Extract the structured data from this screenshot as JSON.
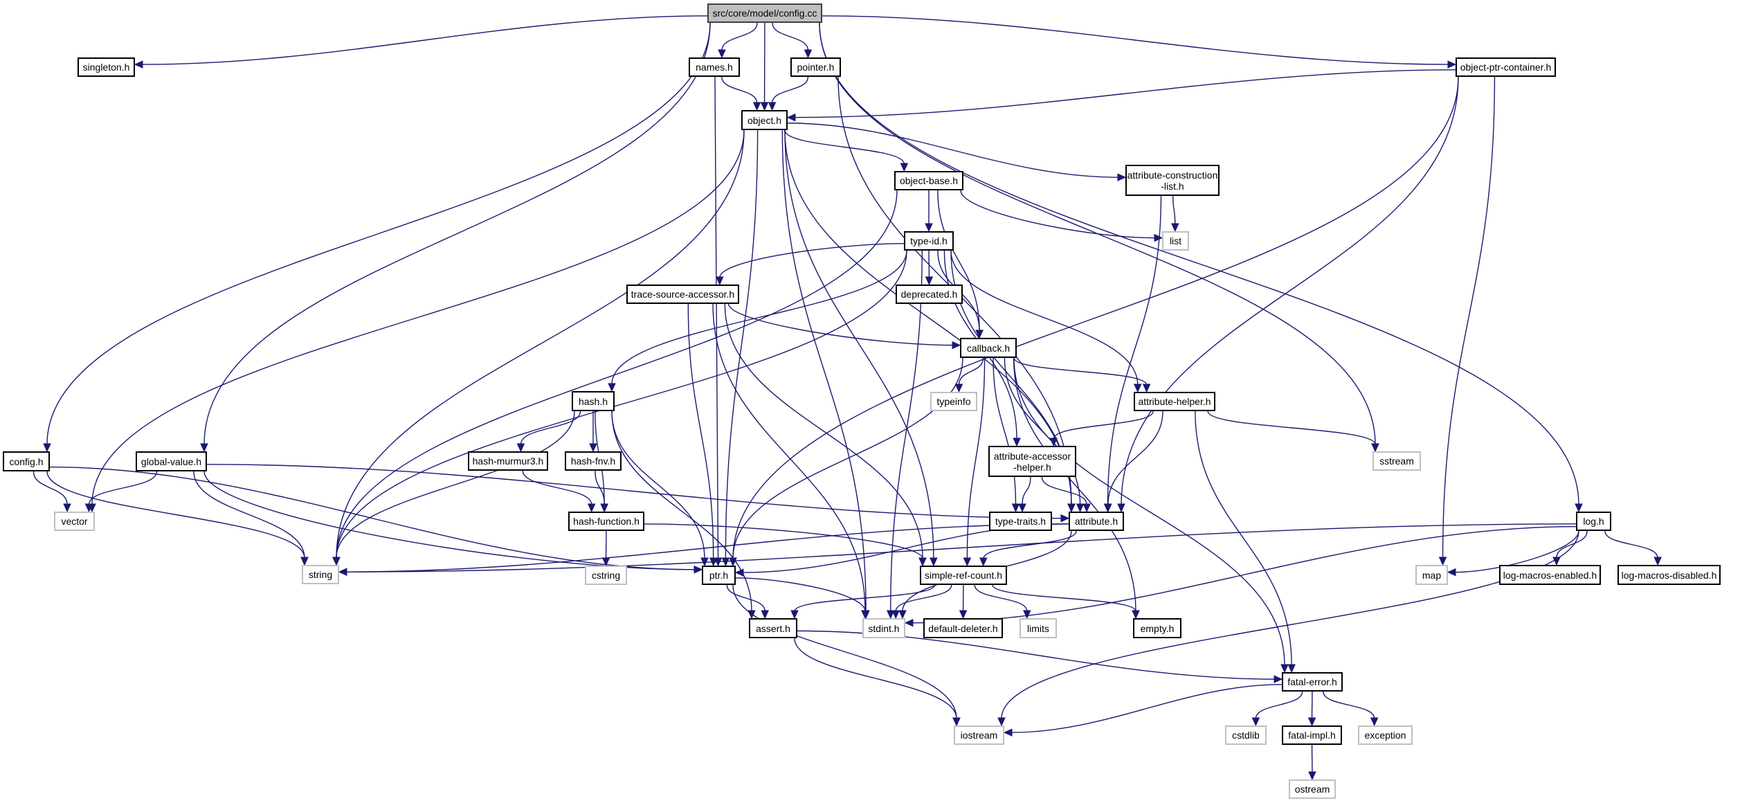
{
  "graph": {
    "title": "src/core/model/config.cc",
    "edge_color": "#191970",
    "nodes": [
      {
        "id": "config_cc",
        "label": "src/core/model/config.cc",
        "kind": "root"
      },
      {
        "id": "singleton_h",
        "label": "singleton.h",
        "kind": "doc"
      },
      {
        "id": "names_h",
        "label": "names.h",
        "kind": "doc"
      },
      {
        "id": "pointer_h",
        "label": "pointer.h",
        "kind": "doc"
      },
      {
        "id": "object_ptr_container_h",
        "label": "object-ptr-container.h",
        "kind": "doc"
      },
      {
        "id": "object_h",
        "label": "object.h",
        "kind": "doc"
      },
      {
        "id": "object_base_h",
        "label": "object-base.h",
        "kind": "doc"
      },
      {
        "id": "attribute_construction_list_h",
        "label": "attribute-construction\n-list.h",
        "kind": "doc"
      },
      {
        "id": "type_id_h",
        "label": "type-id.h",
        "kind": "doc"
      },
      {
        "id": "list",
        "label": "list",
        "kind": "ext"
      },
      {
        "id": "trace_source_accessor_h",
        "label": "trace-source-accessor.h",
        "kind": "doc"
      },
      {
        "id": "deprecated_h",
        "label": "deprecated.h",
        "kind": "doc"
      },
      {
        "id": "callback_h",
        "label": "callback.h",
        "kind": "doc"
      },
      {
        "id": "hash_h",
        "label": "hash.h",
        "kind": "doc"
      },
      {
        "id": "typeinfo",
        "label": "typeinfo",
        "kind": "ext"
      },
      {
        "id": "attribute_helper_h",
        "label": "attribute-helper.h",
        "kind": "doc"
      },
      {
        "id": "hash_murmur3_h",
        "label": "hash-murmur3.h",
        "kind": "doc"
      },
      {
        "id": "hash_fnv_h",
        "label": "hash-fnv.h",
        "kind": "doc"
      },
      {
        "id": "attribute_accessor_helper_h",
        "label": "attribute-accessor\n-helper.h",
        "kind": "doc"
      },
      {
        "id": "sstream",
        "label": "sstream",
        "kind": "ext"
      },
      {
        "id": "config_h",
        "label": "config.h",
        "kind": "doc"
      },
      {
        "id": "global_value_h",
        "label": "global-value.h",
        "kind": "doc"
      },
      {
        "id": "vector",
        "label": "vector",
        "kind": "ext"
      },
      {
        "id": "hash_function_h",
        "label": "hash-function.h",
        "kind": "doc"
      },
      {
        "id": "type_traits_h",
        "label": "type-traits.h",
        "kind": "doc"
      },
      {
        "id": "attribute_h",
        "label": "attribute.h",
        "kind": "doc"
      },
      {
        "id": "log_h",
        "label": "log.h",
        "kind": "doc"
      },
      {
        "id": "string",
        "label": "string",
        "kind": "ext"
      },
      {
        "id": "cstring",
        "label": "cstring",
        "kind": "ext"
      },
      {
        "id": "ptr_h",
        "label": "ptr.h",
        "kind": "doc"
      },
      {
        "id": "simple_ref_count_h",
        "label": "simple-ref-count.h",
        "kind": "doc"
      },
      {
        "id": "map",
        "label": "map",
        "kind": "ext"
      },
      {
        "id": "log_macros_enabled_h",
        "label": "log-macros-enabled.h",
        "kind": "doc"
      },
      {
        "id": "log_macros_disabled_h",
        "label": "log-macros-disabled.h",
        "kind": "doc"
      },
      {
        "id": "assert_h",
        "label": "assert.h",
        "kind": "doc"
      },
      {
        "id": "stdint_h",
        "label": "stdint.h",
        "kind": "ext"
      },
      {
        "id": "default_deleter_h",
        "label": "default-deleter.h",
        "kind": "doc"
      },
      {
        "id": "limits",
        "label": "limits",
        "kind": "ext"
      },
      {
        "id": "empty_h",
        "label": "empty.h",
        "kind": "doc"
      },
      {
        "id": "fatal_error_h",
        "label": "fatal-error.h",
        "kind": "doc"
      },
      {
        "id": "iostream",
        "label": "iostream",
        "kind": "ext"
      },
      {
        "id": "cstdlib",
        "label": "cstdlib",
        "kind": "ext"
      },
      {
        "id": "fatal_impl_h",
        "label": "fatal-impl.h",
        "kind": "doc"
      },
      {
        "id": "exception",
        "label": "exception",
        "kind": "ext"
      },
      {
        "id": "ostream",
        "label": "ostream",
        "kind": "ext"
      }
    ],
    "edges": [
      [
        "config_cc",
        "singleton_h"
      ],
      [
        "config_cc",
        "names_h"
      ],
      [
        "config_cc",
        "object_h"
      ],
      [
        "config_cc",
        "pointer_h"
      ],
      [
        "config_cc",
        "object_ptr_container_h"
      ],
      [
        "config_cc",
        "config_h"
      ],
      [
        "config_cc",
        "global_value_h"
      ],
      [
        "config_cc",
        "log_h"
      ],
      [
        "config_cc",
        "sstream"
      ],
      [
        "names_h",
        "object_h"
      ],
      [
        "names_h",
        "ptr_h"
      ],
      [
        "pointer_h",
        "object_h"
      ],
      [
        "pointer_h",
        "attribute_h"
      ],
      [
        "object_ptr_container_h",
        "object_h"
      ],
      [
        "object_ptr_container_h",
        "attribute_h"
      ],
      [
        "object_ptr_container_h",
        "ptr_h"
      ],
      [
        "object_ptr_container_h",
        "map"
      ],
      [
        "object_h",
        "object_base_h"
      ],
      [
        "object_h",
        "attribute_construction_list_h"
      ],
      [
        "object_h",
        "vector"
      ],
      [
        "object_h",
        "string"
      ],
      [
        "object_h",
        "stdint_h"
      ],
      [
        "object_h",
        "ptr_h"
      ],
      [
        "object_h",
        "attribute_h"
      ],
      [
        "object_h",
        "simple_ref_count_h"
      ],
      [
        "object_base_h",
        "type_id_h"
      ],
      [
        "object_base_h",
        "callback_h"
      ],
      [
        "object_base_h",
        "list"
      ],
      [
        "object_base_h",
        "string"
      ],
      [
        "attribute_construction_list_h",
        "list"
      ],
      [
        "attribute_construction_list_h",
        "attribute_h"
      ],
      [
        "type_id_h",
        "trace_source_accessor_h"
      ],
      [
        "type_id_h",
        "deprecated_h"
      ],
      [
        "type_id_h",
        "callback_h"
      ],
      [
        "type_id_h",
        "hash_h"
      ],
      [
        "type_id_h",
        "string"
      ],
      [
        "type_id_h",
        "attribute_helper_h"
      ],
      [
        "type_id_h",
        "attribute_h"
      ],
      [
        "type_id_h",
        "attribute_accessor_helper_h"
      ],
      [
        "type_id_h",
        "stdint_h"
      ],
      [
        "trace_source_accessor_h",
        "callback_h"
      ],
      [
        "trace_source_accessor_h",
        "ptr_h"
      ],
      [
        "trace_source_accessor_h",
        "simple_ref_count_h"
      ],
      [
        "trace_source_accessor_h",
        "stdint_h"
      ],
      [
        "callback_h",
        "typeinfo"
      ],
      [
        "callback_h",
        "attribute_helper_h"
      ],
      [
        "callback_h",
        "attribute_h"
      ],
      [
        "callback_h",
        "ptr_h"
      ],
      [
        "callback_h",
        "simple_ref_count_h"
      ],
      [
        "callback_h",
        "type_traits_h"
      ],
      [
        "callback_h",
        "empty_h"
      ],
      [
        "callback_h",
        "fatal_error_h"
      ],
      [
        "hash_h",
        "hash_murmur3_h"
      ],
      [
        "hash_h",
        "hash_fnv_h"
      ],
      [
        "hash_h",
        "hash_function_h"
      ],
      [
        "hash_h",
        "string"
      ],
      [
        "hash_h",
        "ptr_h"
      ],
      [
        "hash_h",
        "assert_h"
      ],
      [
        "hash_murmur3_h",
        "hash_function_h"
      ],
      [
        "hash_fnv_h",
        "hash_function_h"
      ],
      [
        "hash_function_h",
        "cstring"
      ],
      [
        "hash_function_h",
        "simple_ref_count_h"
      ],
      [
        "attribute_helper_h",
        "attribute_accessor_helper_h"
      ],
      [
        "attribute_helper_h",
        "attribute_h"
      ],
      [
        "attribute_helper_h",
        "sstream"
      ],
      [
        "attribute_helper_h",
        "fatal_error_h"
      ],
      [
        "attribute_accessor_helper_h",
        "type_traits_h"
      ],
      [
        "attribute_accessor_helper_h",
        "attribute_h"
      ],
      [
        "attribute_h",
        "string"
      ],
      [
        "attribute_h",
        "ptr_h"
      ],
      [
        "attribute_h",
        "simple_ref_count_h"
      ],
      [
        "attribute_h",
        "stdint_h"
      ],
      [
        "config_h",
        "vector"
      ],
      [
        "config_h",
        "string"
      ],
      [
        "config_h",
        "ptr_h"
      ],
      [
        "global_value_h",
        "vector"
      ],
      [
        "global_value_h",
        "string"
      ],
      [
        "global_value_h",
        "ptr_h"
      ],
      [
        "global_value_h",
        "attribute_h"
      ],
      [
        "ptr_h",
        "assert_h"
      ],
      [
        "ptr_h",
        "iostream"
      ],
      [
        "ptr_h",
        "stdint_h"
      ],
      [
        "simple_ref_count_h",
        "assert_h"
      ],
      [
        "simple_ref_count_h",
        "stdint_h"
      ],
      [
        "simple_ref_count_h",
        "default_deleter_h"
      ],
      [
        "simple_ref_count_h",
        "limits"
      ],
      [
        "simple_ref_count_h",
        "empty_h"
      ],
      [
        "assert_h",
        "fatal_error_h"
      ],
      [
        "assert_h",
        "iostream"
      ],
      [
        "fatal_error_h",
        "iostream"
      ],
      [
        "fatal_error_h",
        "cstdlib"
      ],
      [
        "fatal_error_h",
        "fatal_impl_h"
      ],
      [
        "fatal_error_h",
        "exception"
      ],
      [
        "fatal_impl_h",
        "ostream"
      ],
      [
        "log_h",
        "string"
      ],
      [
        "log_h",
        "map"
      ],
      [
        "log_h",
        "log_macros_enabled_h"
      ],
      [
        "log_h",
        "log_macros_disabled_h"
      ],
      [
        "log_h",
        "stdint_h"
      ],
      [
        "log_h",
        "iostream"
      ]
    ]
  }
}
